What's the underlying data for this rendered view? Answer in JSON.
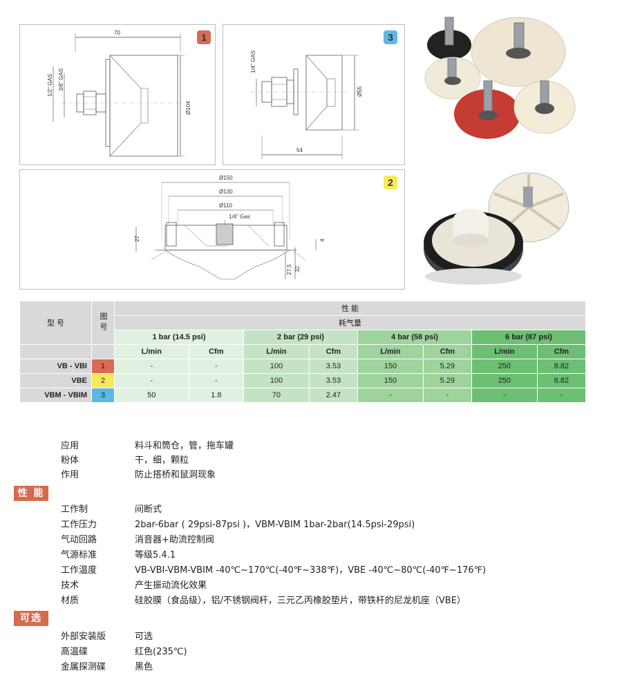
{
  "drawings": {
    "d1": {
      "badge": "1",
      "dim_width": "70",
      "dim_diameter": "Ø104",
      "thread_a": "1/2\" GAS",
      "thread_b": "3/8\" GAS"
    },
    "d3": {
      "badge": "3",
      "thread": "1/4\" GAS",
      "dim_diameter": "Ø55",
      "dim_width": "54"
    },
    "d2": {
      "badge": "2",
      "dia_outer": "Ø150",
      "dia_mid": "Ø130",
      "dia_inner": "Ø110",
      "thread": "1/4\" Gas",
      "h_left": "27",
      "h_right": "4",
      "h_a": "27,5",
      "h_b": "32"
    }
  },
  "table": {
    "model_header": "型 号",
    "fig_header": "图号",
    "perf_header": "性 能",
    "consumption_header": "耗气量",
    "pressures": [
      "1 bar (14.5 psi)",
      "2 bar (29 psi)",
      "4 bar (58 psi)",
      "6 bar (87 psi)"
    ],
    "units": [
      "L/min",
      "Cfm",
      "L/min",
      "Cfm",
      "L/min",
      "Cfm",
      "L/min",
      "Cfm"
    ],
    "rows": [
      {
        "model": "VB - VBI",
        "fig": "1",
        "values": [
          "-",
          "-",
          "100",
          "3.53",
          "150",
          "5.29",
          "250",
          "8.82"
        ]
      },
      {
        "model": "VBE",
        "fig": "2",
        "values": [
          "-",
          "-",
          "100",
          "3.53",
          "150",
          "5.29",
          "250",
          "8.82"
        ]
      },
      {
        "model": "VBM - VBIM",
        "fig": "3",
        "values": [
          "50",
          "1.8",
          "70",
          "2.47",
          "-",
          "-",
          "-",
          "-"
        ]
      }
    ]
  },
  "intro": [
    {
      "k": "应用",
      "v": "料斗和筒仓，管，拖车罐"
    },
    {
      "k": "粉体",
      "v": "干，细，颗粒"
    },
    {
      "k": "作用",
      "v": "防止搭桥和鼠洞现象"
    }
  ],
  "section_perf": "性 能",
  "perf": [
    {
      "k": "工作制",
      "v": "间断式"
    },
    {
      "k": "工作压力",
      "v": "2bar-6bar ( 29psi-87psi )，VBM-VBIM 1bar-2bar(14.5psi-29psi)"
    },
    {
      "k": "气动回路",
      "v": "消音器+助流控制阀"
    },
    {
      "k": "气源标准",
      "v": "等级5.4.1"
    },
    {
      "k": "工作温度",
      "v": "VB-VBI-VBM-VBIM -40℃~170℃(-40℉~338℉)，VBE -40℃~80℃(-40℉~176℉)"
    },
    {
      "k": "技术",
      "v": "产生振动流化效果"
    },
    {
      "k": "材质",
      "v": "硅胶膜（食品级），铝/不锈钢阀杆，三元乙丙橡胶垫片，带铁杆的尼龙机座（VBE）"
    }
  ],
  "section_opt": "可选",
  "options": [
    {
      "k": "外部安装版",
      "v": "可选"
    },
    {
      "k": "高温碟",
      "v": "红色(235℃)"
    },
    {
      "k": "金属探测碟",
      "v": "黑色"
    }
  ]
}
